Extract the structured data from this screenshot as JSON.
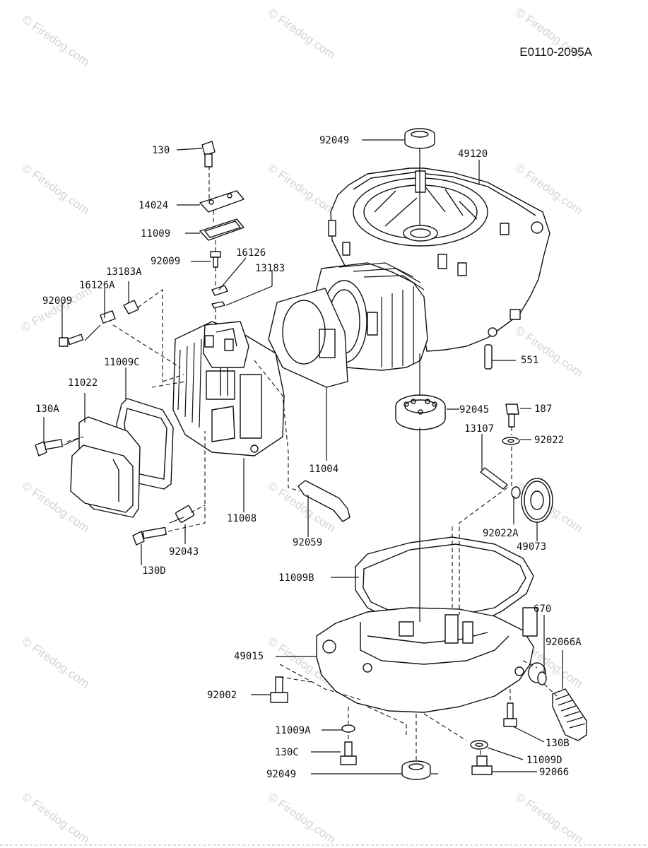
{
  "diagram_code": "E0110-2095A",
  "watermark": "© Firedog.com",
  "callouts": [
    "130",
    "14024",
    "11009",
    "92009",
    "16126",
    "13183",
    "13183A",
    "16126A",
    "92009",
    "11009C",
    "11022",
    "130A",
    "130D",
    "92043",
    "11008",
    "11004",
    "92059",
    "92049",
    "49120",
    "551",
    "92045",
    "187",
    "13107",
    "92022",
    "92022A",
    "49073",
    "11009B",
    "49015",
    "670",
    "92066A",
    "92002",
    "11009A",
    "130B",
    "130C",
    "11009D",
    "92049",
    "92066"
  ]
}
